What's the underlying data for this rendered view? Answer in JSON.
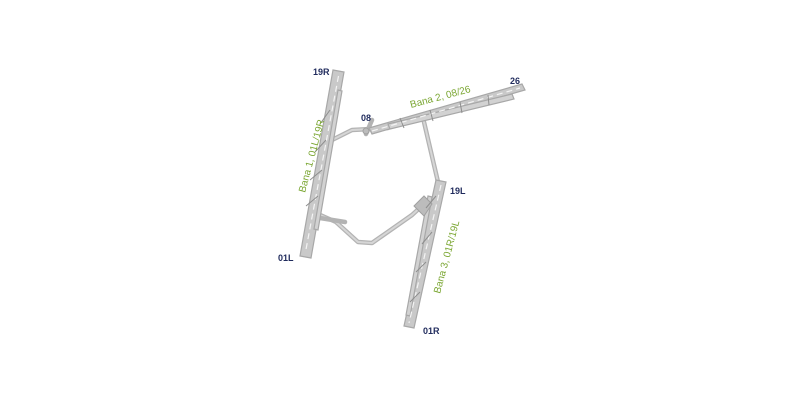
{
  "colors": {
    "pavement": "#c9c9c9",
    "runway_end_label": "#1f2a5c",
    "runway_name_label": "#7aa631",
    "background": "#ffffff"
  },
  "runways": [
    {
      "name": "Bana 1, 01L/19R",
      "end_a": "19R",
      "end_b": "01L"
    },
    {
      "name": "Bana 2, 08/26",
      "end_a": "08",
      "end_b": "26"
    },
    {
      "name": "Bana 3, 01R/19L",
      "end_a": "19L",
      "end_b": "01R"
    }
  ]
}
